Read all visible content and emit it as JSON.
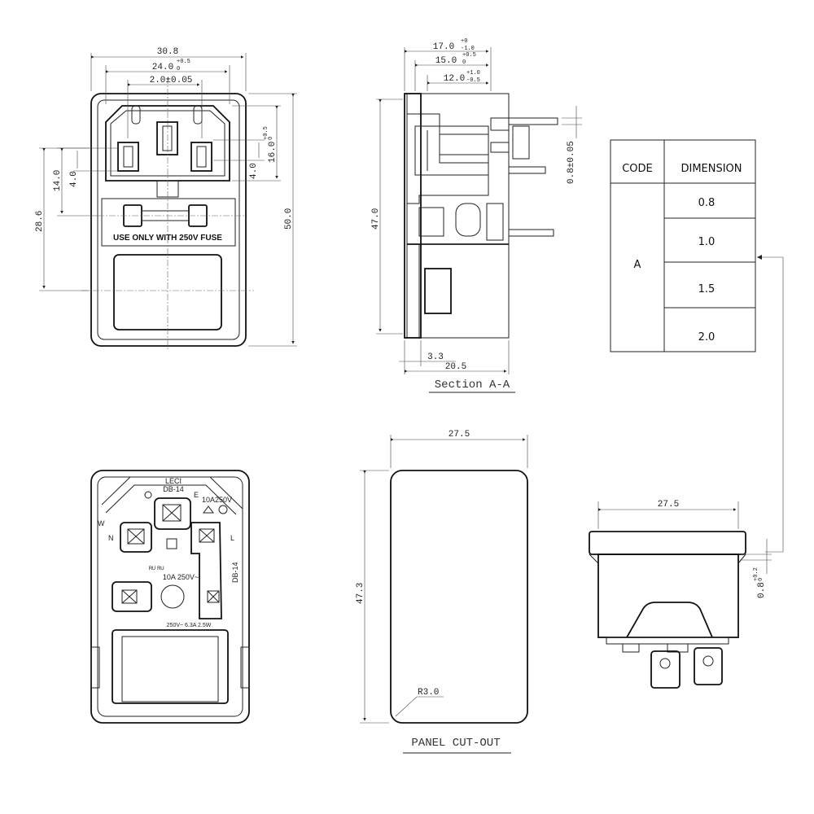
{
  "front_view": {
    "dims": {
      "overall_width": "30.8",
      "inlet_width": "24.0",
      "inlet_width_tol": "+0.5",
      "inlet_width_tol2": "0",
      "pin_spacing": "2.0±0.05",
      "height_left_outer": "28.6",
      "height_left_inner": "14.0",
      "height_left_small": "4.0",
      "height_right_small": "4.0",
      "inlet_height": "16.0",
      "inlet_height_tol": "+0.5",
      "inlet_height_tol2": "0",
      "overall_height": "50.0"
    },
    "fuse_label": "USE ONLY WITH 250V FUSE"
  },
  "section_view": {
    "title": "Section A-A",
    "dims": {
      "d1": "17.0",
      "d1_tol": "+0",
      "d1_tol2": "-1.0",
      "d2": "15.0",
      "d2_tol": "+0.5",
      "d2_tol2": "0",
      "d3": "12.0",
      "d3_tol": "+1.0",
      "d3_tol2": "-0.5",
      "height": "47.0",
      "pin": "0.8±0.05",
      "flange": "3.3",
      "depth": "20.5"
    }
  },
  "table": {
    "headers": [
      "CODE",
      "DIMENSION"
    ],
    "code": "A",
    "values": [
      "0.8",
      "1.0",
      "1.5",
      "2.0"
    ]
  },
  "rear_view": {
    "labels": {
      "brand": "LECI",
      "model": "DB-14",
      "earth": "E",
      "rating_a": "10A",
      "rating_v": "250V",
      "w": "W",
      "n": "N",
      "l": "L",
      "ul_rating": "10A  250V~",
      "side_model": "DB-14",
      "fuse_rating": "250V~ 6.3A 2.5W"
    }
  },
  "panel_cutout": {
    "title": "PANEL CUT-OUT",
    "width": "27.5",
    "height": "47.3",
    "radius": "R3.0"
  },
  "side_view": {
    "width": "27.5",
    "thickness": "0.8",
    "thickness_tol": "+0.2",
    "thickness_tol2": "0"
  }
}
